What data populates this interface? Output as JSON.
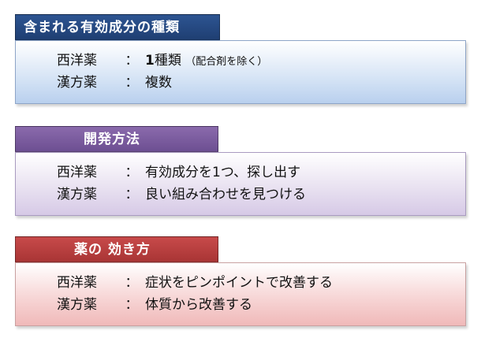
{
  "sections": [
    {
      "title": "含まれる有効成分の種類",
      "rows": [
        {
          "label": "西洋薬",
          "colon": "：",
          "value_bold": "1",
          "value": "種類",
          "note": "（配合剤を除く）"
        },
        {
          "label": "漢方薬",
          "colon": "：",
          "value_bold": "",
          "value": "複数",
          "note": ""
        }
      ]
    },
    {
      "title": "開発方法",
      "rows": [
        {
          "label": "西洋薬",
          "colon": "：",
          "value_bold": "",
          "value": "有効成分を1つ、探し出す",
          "note": ""
        },
        {
          "label": "漢方薬",
          "colon": "：",
          "value_bold": "",
          "value": "良い組み合わせを見つける",
          "note": ""
        }
      ]
    },
    {
      "title": "薬の 効き方",
      "rows": [
        {
          "label": "西洋薬",
          "colon": "：",
          "value_bold": "",
          "value": "症状をピンポイントで改善する",
          "note": ""
        },
        {
          "label": "漢方薬",
          "colon": "：",
          "value_bold": "",
          "value": "体質から改善する",
          "note": ""
        }
      ]
    }
  ],
  "colors": {
    "section1_header": "#2d5491",
    "section2_header": "#7b5ca0",
    "section3_header": "#b83f3f"
  }
}
